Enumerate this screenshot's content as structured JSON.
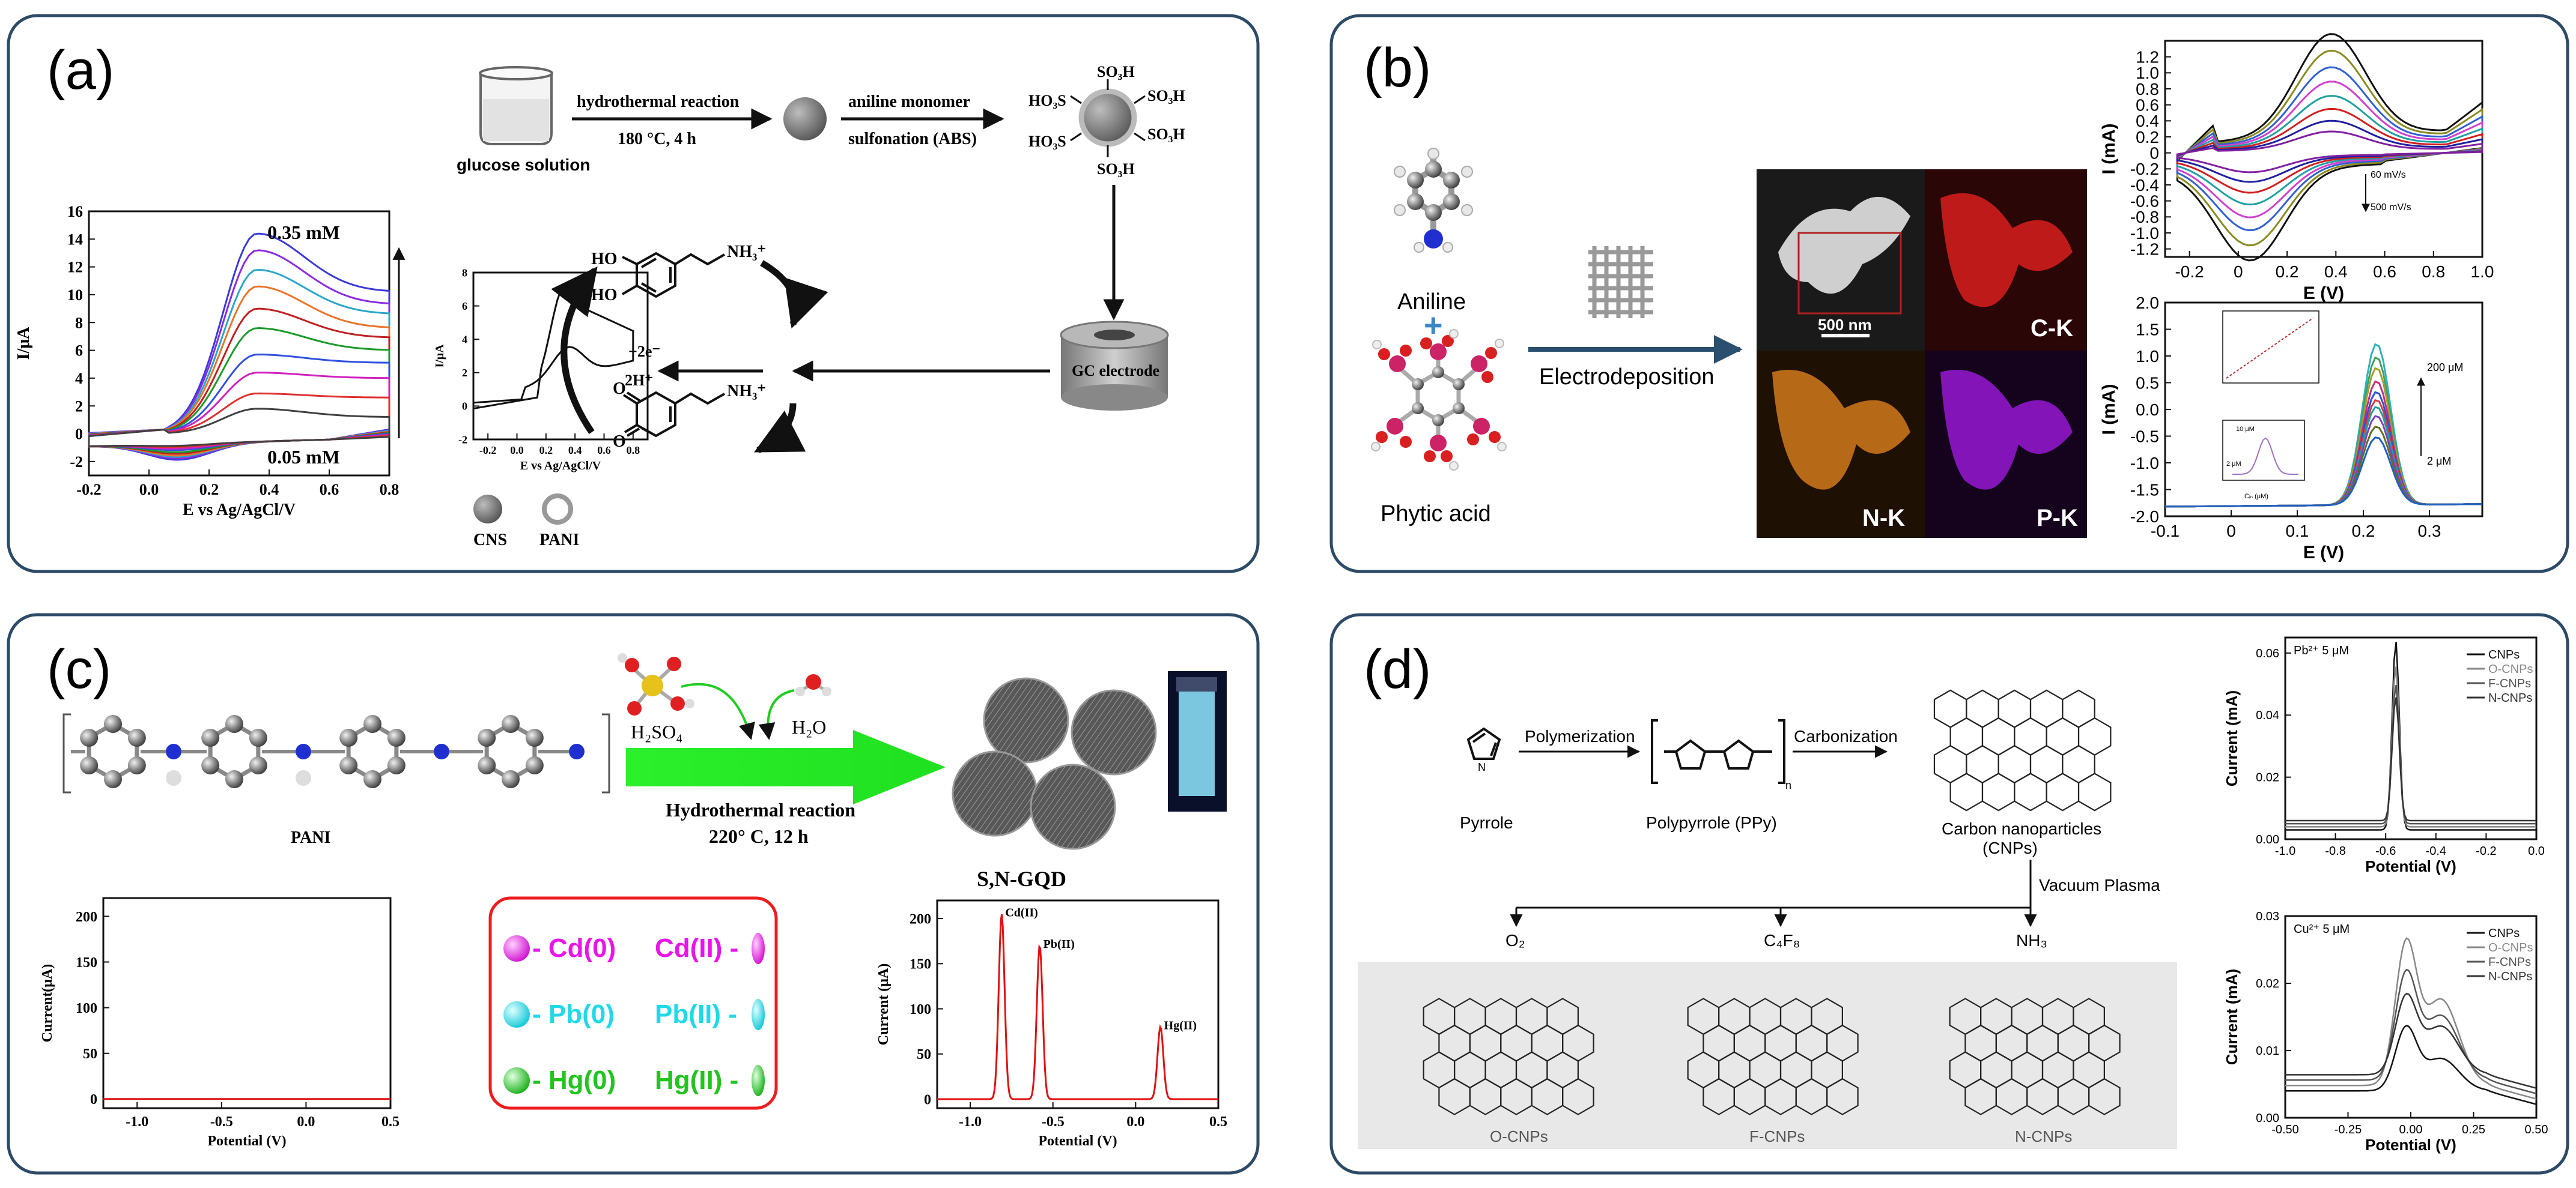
{
  "panels": {
    "a": {
      "label": "(a)",
      "step1_top": "hydrothermal reaction",
      "step1_bottom": "180 °C, 4 h",
      "glucose": "glucose solution",
      "step2_top": "aniline monomer",
      "step2_bottom": "sulfonation  (ABS)",
      "so3h": "SO₃H",
      "ho3s": "HO₃S",
      "gc": "GC electrode",
      "electrons": "+2e⁻",
      "protons": "2H⁺",
      "ho": "HO",
      "nh3": "NH₃⁺",
      "o": "O",
      "legend_cns": "CNS",
      "legend_pani": "PANI"
    },
    "b": {
      "label": "(b)",
      "aniline": "Aniline",
      "phytic": "Phytic acid",
      "plus": "+",
      "electrodeposition": "Electrodeposition",
      "scale": "500 nm",
      "maps": [
        "C-K",
        "N-K",
        "P-K"
      ]
    },
    "c": {
      "label": "(c)",
      "pani": "PANI",
      "h2so4": "H₂SO₄",
      "h2o": "H₂O",
      "reaction": "Hydrothermal reaction",
      "conditions": "220° C, 12 h",
      "product": "S,N-GQD",
      "legend": [
        {
          "left": "- Cd(0)",
          "right": "Cd(II) -",
          "color": "#e815e8"
        },
        {
          "left": "- Pb(0)",
          "right": "Pb(II) -",
          "color": "#1fd9e6"
        },
        {
          "left": "- Hg(0)",
          "right": "Hg(II) -",
          "color": "#22c41f"
        }
      ]
    },
    "d": {
      "label": "(d)",
      "pyrrole": "Pyrrole",
      "polymerization": "Polymerization",
      "ppy": "Polypyrrole (PPy)",
      "carbonization": "Carbonization",
      "cnps": "Carbon nanoparticles",
      "cnps2": "(CNPs)",
      "plasma": "Vacuum Plasma",
      "gases": [
        "O₂",
        "C₄F₈",
        "NH₃"
      ],
      "products": [
        "O-CNPs",
        "F-CNPs",
        "N-CNPs"
      ]
    }
  },
  "chart_data": [
    {
      "id": "a-cv",
      "type": "line",
      "xlabel": "E vs Ag/AgCl/V",
      "ylabel": "I/μA",
      "xlim": [
        -0.2,
        0.8
      ],
      "ylim": [
        -3,
        16
      ],
      "xticks": [
        "-0.2",
        "0.0",
        "0.2",
        "0.4",
        "0.6",
        "0.8"
      ],
      "yticks": [
        "-2",
        "0",
        "2",
        "4",
        "6",
        "8",
        "10",
        "12",
        "14",
        "16"
      ],
      "annotations": [
        "0.35 mM",
        "0.05 mM"
      ],
      "peak_x": 0.36,
      "series": [
        {
          "peak": 14.4,
          "end": 10.2,
          "color": "#3a3ad8"
        },
        {
          "peak": 13.2,
          "end": 9.3,
          "color": "#8a2be2"
        },
        {
          "peak": 11.8,
          "end": 8.6,
          "color": "#2aa6c9"
        },
        {
          "peak": 10.6,
          "end": 7.6,
          "color": "#e8742a"
        },
        {
          "peak": 9.0,
          "end": 6.9,
          "color": "#c02020"
        },
        {
          "peak": 7.6,
          "end": 6.0,
          "color": "#1a9a2a"
        },
        {
          "peak": 5.7,
          "end": 5.1,
          "color": "#3050e0"
        },
        {
          "peak": 4.4,
          "end": 4.0,
          "color": "#d020c0"
        },
        {
          "peak": 2.9,
          "end": 2.6,
          "color": "#e03030"
        },
        {
          "peak": 1.8,
          "end": 1.2,
          "color": "#404040"
        }
      ]
    },
    {
      "id": "a-inset",
      "type": "line",
      "xlabel": "E vs Ag/AgCl/V",
      "ylabel": "I/μA",
      "xlim": [
        -0.3,
        0.9
      ],
      "ylim": [
        -2,
        8
      ],
      "xticks": [
        "-0.2",
        "0.0",
        "0.2",
        "0.4",
        "0.6",
        "0.8"
      ],
      "yticks": [
        "-2",
        "0",
        "2",
        "4",
        "6",
        "8"
      ]
    },
    {
      "id": "b-cv",
      "type": "line",
      "xlabel": "E (V)",
      "ylabel": "I (mA)",
      "xlim": [
        -0.3,
        1.0
      ],
      "ylim": [
        -1.3,
        1.4
      ],
      "xticks": [
        "-0.2",
        "0",
        "0.2",
        "0.4",
        "0.6",
        "0.8",
        "1.0"
      ],
      "yticks": [
        "1.2",
        "1.0",
        "0.8",
        "0.6",
        "0.4",
        "0.2",
        "0",
        "-0.2",
        "-0.4",
        "-0.6",
        "-0.8",
        "-1.0",
        "-1.2"
      ],
      "annotations": [
        "60 mV/s",
        "500 mV/s"
      ],
      "series": [
        {
          "scale": 1.0,
          "color": "#111111"
        },
        {
          "scale": 0.86,
          "color": "#8a8a20"
        },
        {
          "scale": 0.72,
          "color": "#3060d0"
        },
        {
          "scale": 0.6,
          "color": "#d040d0"
        },
        {
          "scale": 0.48,
          "color": "#20a0a0"
        },
        {
          "scale": 0.37,
          "color": "#d02020"
        },
        {
          "scale": 0.27,
          "color": "#2020a0"
        },
        {
          "scale": 0.18,
          "color": "#8020a0"
        }
      ]
    },
    {
      "id": "b-dpv",
      "type": "line",
      "xlabel": "E (V)",
      "ylabel": "I (mA)",
      "xlim": [
        -0.1,
        0.38
      ],
      "ylim": [
        -2.0,
        2.0
      ],
      "xticks": [
        "-0.1",
        "0",
        "0.1",
        "0.2",
        "0.3"
      ],
      "yticks": [
        "2.0",
        "1.5",
        "1.0",
        "0.5",
        "0.0",
        "-0.5",
        "-1.0",
        "-1.5",
        "-2.0"
      ],
      "annotations": [
        "200 μM",
        "2 μM"
      ],
      "inset_labels": [
        "10 μM",
        "2 μM",
        "Cᵢₙ (μM)"
      ],
      "peaks": [
        1.2,
        0.95,
        0.75,
        0.5,
        0.3,
        0.15,
        0.02,
        -0.15,
        -0.35,
        -0.55
      ],
      "colors": [
        "#30b0c0",
        "#40a060",
        "#a0a030",
        "#c03080",
        "#3050d0",
        "#d04040",
        "#20a0a0",
        "#8040c0",
        "#607020",
        "#2060c0"
      ]
    },
    {
      "id": "c-empty",
      "type": "line",
      "xlabel": "Potential  (V)",
      "ylabel": "Current(μA)",
      "xlim": [
        -1.2,
        0.5
      ],
      "ylim": [
        -10,
        220
      ],
      "xticks": [
        "-1.0",
        "-0.5",
        "0.0",
        "0.5"
      ],
      "yticks": [
        "0",
        "50",
        "100",
        "150",
        "200"
      ],
      "series": []
    },
    {
      "id": "c-peaks",
      "type": "line",
      "xlabel": "Potential  (V)",
      "ylabel": "Current (μA)",
      "xlim": [
        -1.2,
        0.5
      ],
      "ylim": [
        -10,
        220
      ],
      "xticks": [
        "-1.0",
        "-0.5",
        "0.0",
        "0.5"
      ],
      "yticks": [
        "0",
        "50",
        "100",
        "150",
        "200"
      ],
      "peaks": [
        {
          "label": "Cd(II)",
          "x": -0.81,
          "y": 205
        },
        {
          "label": "Pb(II)",
          "x": -0.58,
          "y": 170
        },
        {
          "label": "Hg(II)",
          "x": 0.15,
          "y": 80
        }
      ]
    },
    {
      "id": "d-pb",
      "type": "line",
      "title": "Pb²⁺ 5 μM",
      "xlabel": "Potential (V)",
      "ylabel": "Current (mA)",
      "xlim": [
        -1.0,
        0.0
      ],
      "ylim": [
        0.0,
        0.065
      ],
      "xticks": [
        "-1.0",
        "-0.8",
        "-0.6",
        "-0.4",
        "-0.2",
        "0.0"
      ],
      "yticks": [
        "0.00",
        "0.02",
        "0.04",
        "0.06"
      ],
      "legend": [
        "CNPs",
        "O-CNPs",
        "F-CNPs",
        "N-CNPs"
      ],
      "peaks": [
        0.061,
        0.052,
        0.045,
        0.04
      ]
    },
    {
      "id": "d-cu",
      "type": "line",
      "title": "Cu²⁺ 5 μM",
      "xlabel": "Potential (V)",
      "ylabel": "Current (mA)",
      "xlim": [
        -0.5,
        0.5
      ],
      "ylim": [
        0.0,
        0.03
      ],
      "xticks": [
        "-0.50",
        "-0.25",
        "0.00",
        "0.25",
        "0.50"
      ],
      "yticks": [
        "0.00",
        "0.01",
        "0.02",
        "0.03"
      ],
      "legend": [
        "CNPs",
        "O-CNPs",
        "F-CNPs",
        "N-CNPs"
      ]
    }
  ]
}
